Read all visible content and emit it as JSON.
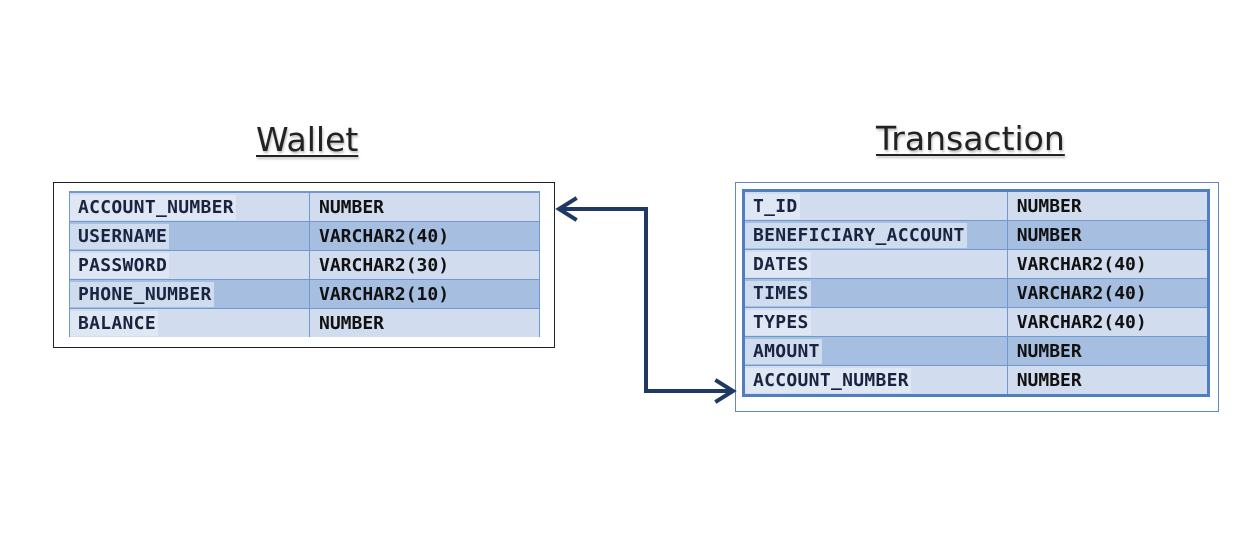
{
  "wallet": {
    "title": "Wallet",
    "columns": [
      {
        "name": "ACCOUNT_NUMBER",
        "type": "NUMBER"
      },
      {
        "name": "USERNAME",
        "type": "VARCHAR2(40)"
      },
      {
        "name": "PASSWORD",
        "type": "VARCHAR2(30)"
      },
      {
        "name": "PHONE_NUMBER",
        "type": "VARCHAR2(10)"
      },
      {
        "name": "BALANCE",
        "type": "NUMBER"
      }
    ]
  },
  "transaction": {
    "title": "Transaction",
    "columns": [
      {
        "name": "T_ID",
        "type": "NUMBER"
      },
      {
        "name": "BENEFICIARY_ACCOUNT",
        "type": "NUMBER"
      },
      {
        "name": "DATES",
        "type": "VARCHAR2(40)"
      },
      {
        "name": "TIMES",
        "type": "VARCHAR2(40)"
      },
      {
        "name": "TYPES",
        "type": "VARCHAR2(40)"
      },
      {
        "name": "AMOUNT",
        "type": "NUMBER"
      },
      {
        "name": "ACCOUNT_NUMBER",
        "type": "NUMBER"
      }
    ]
  },
  "colors": {
    "row_light": "#d1dcee",
    "row_dark": "#a6bee0",
    "grid": "#6f9ad0",
    "connector": "#1f3864"
  }
}
